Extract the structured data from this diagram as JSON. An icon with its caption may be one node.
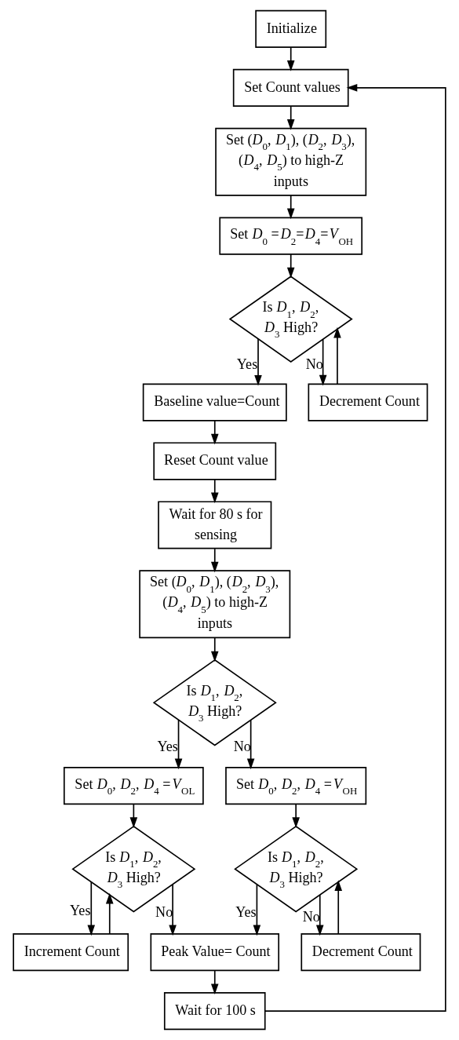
{
  "diagram": {
    "nodes": [
      {
        "text": [
          "Initialize"
        ]
      },
      {
        "text": [
          "Set Count values"
        ]
      },
      {
        "text": [
          "Set (*D*$_{0}$, *D*$_{1}$), (*D*$_{2}$, *D*$_{3}$), (*D*$_{4}$, *D*$_{5}$) to high-Z inputs"
        ]
      },
      {
        "text": [
          "Set *D*$_{0}$ =*D*$_{2}$=*D*$_{4}$=*V*$_{OH}$"
        ]
      },
      {
        "text": [
          "Is *D*$_{1}$, *D*$_{2}$, *D*$_{3}$ High?"
        ]
      },
      {
        "text": [
          "Baseline value=Count"
        ]
      },
      {
        "text": [
          "Decrement Count"
        ]
      },
      {
        "text": [
          "Reset Count value"
        ]
      },
      {
        "text": [
          "Wait for 80 s for sensing"
        ]
      },
      {
        "text": [
          "Set (*D*$_{0}$, *D*$_{1}$), (*D*$_{2}$, *D*$_{3}$), (*D*$_{4}$, *D*$_{5}$) to high-Z inputs"
        ]
      },
      {
        "text": [
          "Is *D*$_{1}$, *D*$_{2}$, *D*$_{3}$ High?"
        ]
      },
      {
        "text": [
          "Set *D*$_{0}$, *D*$_{2}$, *D*$_{4}$ =*V*$_{OL}$"
        ]
      },
      {
        "text": [
          "Set *D*$_{0}$, *D*$_{2}$, *D*$_{4}$ =*V*$_{OH}$"
        ]
      },
      {
        "text": [
          "Is *D*$_{1}$, *D*$_{2}$, *D*$_{3}$ High?"
        ]
      },
      {
        "text": [
          "Is *D*$_{1}$, *D*$_{2}$, *D*$_{3}$ High?"
        ]
      },
      {
        "text": [
          "Increment Count"
        ]
      },
      {
        "text": [
          "Decrement Count"
        ]
      },
      {
        "text": [
          "Peak Value= Count"
        ]
      },
      {
        "text": [
          "Wait for 100 s"
        ]
      }
    ],
    "edges": [
      {
        "from": 0,
        "to": 1,
        "arrow": "to"
      },
      {
        "from": 18,
        "to": 1,
        "arrow": "to"
      },
      {
        "from": 1,
        "to": 2,
        "arrow": "to"
      },
      {
        "from": 2,
        "to": 3,
        "arrow": "to"
      },
      {
        "from": 3,
        "to": 4,
        "arrow": "to"
      },
      {
        "from": 4,
        "to": 5,
        "label": "Yes",
        "arrow": "to"
      },
      {
        "from": 4,
        "to": 6,
        "label": "No",
        "arrow": "to"
      },
      {
        "from": 6,
        "to": 4,
        "arrow": "to"
      },
      {
        "from": 5,
        "to": 7,
        "arrow": "to"
      },
      {
        "from": 7,
        "to": 8,
        "arrow": "to"
      },
      {
        "from": 8,
        "to": 9,
        "arrow": "to"
      },
      {
        "from": 9,
        "to": 10,
        "arrow": "to"
      },
      {
        "from": 10,
        "to": 11,
        "label": "Yes",
        "arrow": "to"
      },
      {
        "from": 10,
        "to": 12,
        "label": "No",
        "arrow": "to"
      },
      {
        "from": 11,
        "to": 13,
        "arrow": "to"
      },
      {
        "from": 12,
        "to": 14,
        "arrow": "to"
      },
      {
        "from": 13,
        "to": 15,
        "label": "Yes",
        "arrow": "to"
      },
      {
        "from": 15,
        "to": 13,
        "arrow": "to"
      },
      {
        "from": 14,
        "to": 16,
        "label": "No",
        "arrow": "to"
      },
      {
        "from": 16,
        "to": 14,
        "arrow": "to"
      },
      {
        "from": 13,
        "to": 17,
        "label": "No",
        "arrow": "to"
      },
      {
        "from": 14,
        "to": 17,
        "label": "Yes",
        "arrow": "to"
      },
      {
        "from": 17,
        "to": 18,
        "arrow": "to"
      }
    ]
  }
}
